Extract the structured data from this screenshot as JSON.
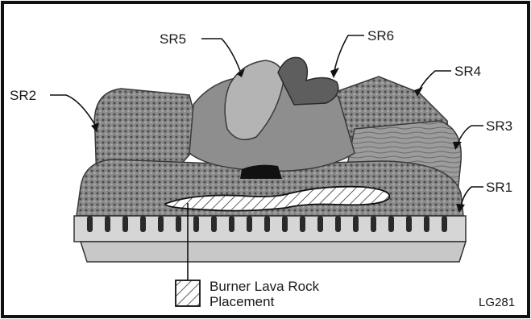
{
  "labels": {
    "sr1": "SR1",
    "sr2": "SR2",
    "sr3": "SR3",
    "sr4": "SR4",
    "sr5": "SR5",
    "sr6": "SR6"
  },
  "legend": {
    "line1": "Burner Lava Rock",
    "line2": "Placement"
  },
  "figure_code": "LG281"
}
